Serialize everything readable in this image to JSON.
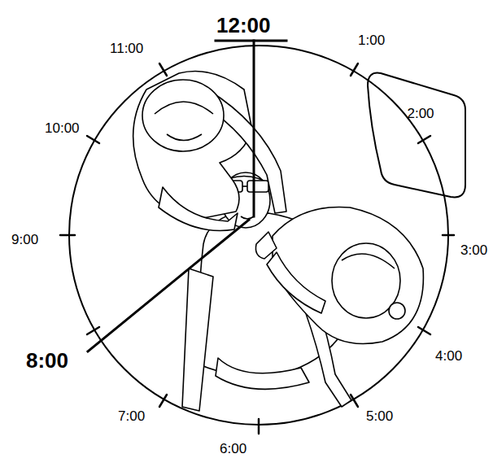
{
  "diagram": {
    "nodes": [
      {
        "text": [
          "2:00"
        ]
      }
    ],
    "labels": [
      "11:00",
      "12:00",
      "1:00",
      "10:00",
      "9:00",
      "3:00",
      "4:00",
      "5:00",
      "6:00",
      "7:00",
      "8:00"
    ]
  }
}
